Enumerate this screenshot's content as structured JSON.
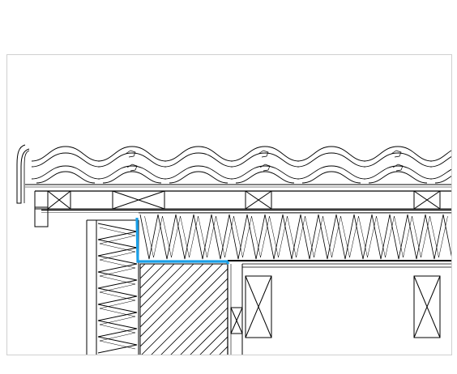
{
  "diagram": {
    "type": "architectural-section",
    "components": [
      {
        "id": "roof-tiles",
        "kind": "tiles",
        "count": 7
      },
      {
        "id": "battens",
        "kind": "battens-with-cross"
      },
      {
        "id": "roof-membrane",
        "kind": "membrane"
      },
      {
        "id": "roof-insulation",
        "kind": "insulation-zigzag"
      },
      {
        "id": "wall-insulation",
        "kind": "insulation-zigzag"
      },
      {
        "id": "wall-structure",
        "kind": "hatched-masonry"
      },
      {
        "id": "ceiling-joists",
        "kind": "timber-cross"
      },
      {
        "id": "vapor-barrier",
        "kind": "highlight-line"
      }
    ],
    "colors": {
      "line": "#000000",
      "thin": "#555555",
      "highlight": "#1aa0e8",
      "frame": "#cfcfcf"
    }
  }
}
